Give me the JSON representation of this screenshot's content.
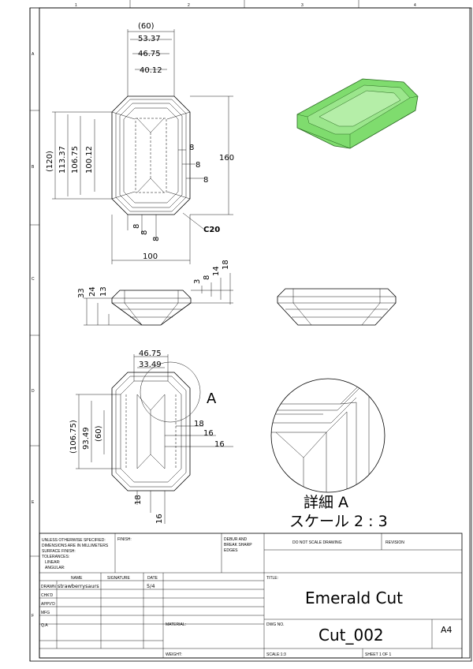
{
  "frame": {
    "cols": [
      "1",
      "2",
      "3",
      "4"
    ],
    "rows": [
      "A",
      "B",
      "C",
      "D",
      "E",
      "F"
    ]
  },
  "front_view": {
    "top_dims": [
      "(60)",
      "53.37",
      "46.75",
      "40.12"
    ],
    "left_dims": [
      "(120)",
      "113.37",
      "106.75",
      "100.12"
    ],
    "right_dim": "160",
    "step_dims": [
      "8",
      "8",
      "8"
    ],
    "bottom_small_dims": [
      "8",
      "8",
      "8"
    ],
    "width_dim": "100",
    "chamfer": "C20"
  },
  "side_view": {
    "left_dims": [
      "33",
      "24",
      "13"
    ],
    "right_dims": [
      "3",
      "8",
      "14",
      "18"
    ]
  },
  "section_view": {
    "top_dims": [
      "46.75",
      "33.49"
    ],
    "left_dims": [
      "(106.75)",
      "93.49",
      "(60)"
    ],
    "right_dims": [
      "18",
      "16",
      "16"
    ],
    "bottom_dims": [
      "18",
      "16"
    ],
    "detail_label": "A"
  },
  "detail": {
    "title_line1": "詳細 A",
    "title_line2": "スケール 2 : 3"
  },
  "title_block": {
    "notes": [
      "UNLESS OTHERWISE SPECIFIED:",
      "DIMENSIONS ARE IN MILLIMETERS",
      "SURFACE FINISH:",
      "TOLERANCES:",
      "LINEAR:",
      "ANGULAR:"
    ],
    "finish": "FINISH:",
    "debur": [
      "DEBUR AND",
      "BREAK SHARP",
      "EDGES"
    ],
    "do_not_scale": "DO NOT SCALE DRAWING",
    "revision": "REVISION",
    "col_name": "NAME",
    "col_signature": "SIGNATURE",
    "col_date": "DATE",
    "row_labels": [
      "DRAWN",
      "CHK'D",
      "APPV'D",
      "MFG",
      "Q.A"
    ],
    "drawn_name": "strawberrysaurs",
    "drawn_date": "5/4",
    "title_label": "TITLE:",
    "title": "Emerald Cut",
    "material": "MATERIAL:",
    "dwg_no_label": "DWG NO.",
    "dwg_no": "Cut_002",
    "size": "A4",
    "weight": "WEIGHT:",
    "scale": "SCALE:1:3",
    "sheet": "SHEET 1 OF 1"
  },
  "colors": {
    "iso_fill": "#7fdc6e",
    "iso_stroke": "#2a6a22"
  }
}
